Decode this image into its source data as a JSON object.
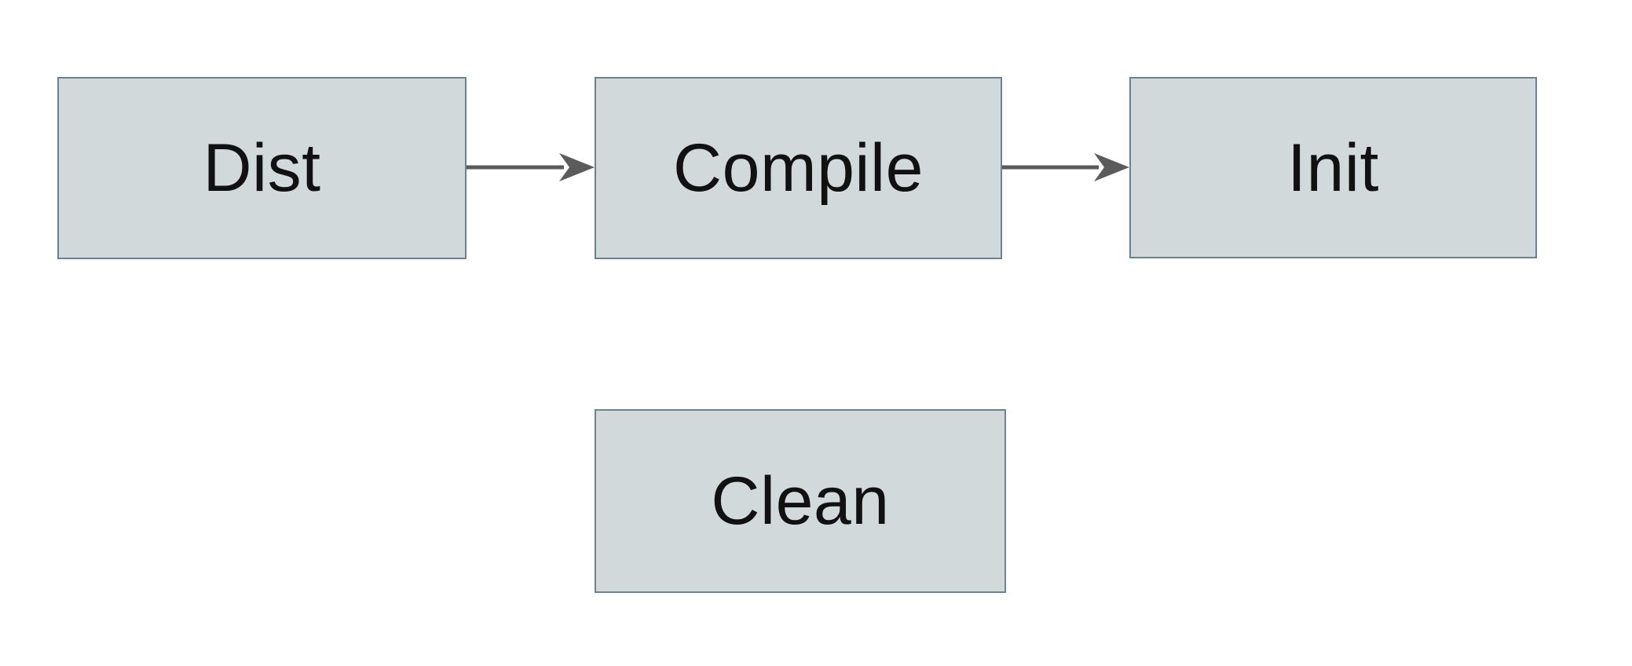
{
  "diagram": {
    "type": "flowchart",
    "colors": {
      "node_fill": "#d2d9db",
      "node_border": "#6b8290",
      "arrow": "#5b5b5b",
      "text": "#111111",
      "page_bg": "#ffffff"
    },
    "nodes": [
      {
        "id": "dist",
        "label": "Dist"
      },
      {
        "id": "compile",
        "label": "Compile"
      },
      {
        "id": "init",
        "label": "Init"
      },
      {
        "id": "clean",
        "label": "Clean"
      }
    ],
    "edges": [
      {
        "from": "Dist",
        "to": "Compile",
        "style": "arrow-right"
      },
      {
        "from": "Compile",
        "to": "Init",
        "style": "arrow-right"
      }
    ]
  }
}
